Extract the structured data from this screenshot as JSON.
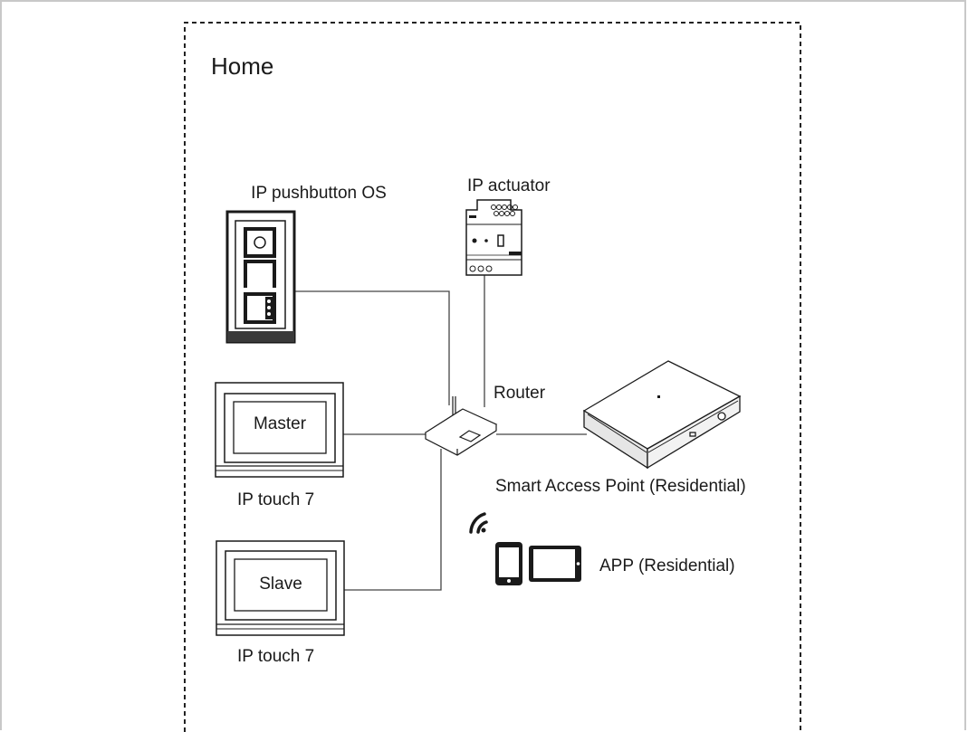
{
  "boundary": {
    "title": "Home"
  },
  "devices": {
    "pushbutton": {
      "label": "IP pushbutton OS"
    },
    "actuator": {
      "label": "IP actuator"
    },
    "router": {
      "label": "Router"
    },
    "access_point": {
      "label": "Smart Access Point (Residential)"
    },
    "master_monitor": {
      "label": "IP touch 7",
      "screen_text": "Master"
    },
    "slave_monitor": {
      "label": "IP touch 7",
      "screen_text": "Slave"
    },
    "app": {
      "label": "APP (Residential)"
    }
  },
  "icons": [
    "wifi-icon",
    "smartphone-icon",
    "tablet-icon"
  ]
}
